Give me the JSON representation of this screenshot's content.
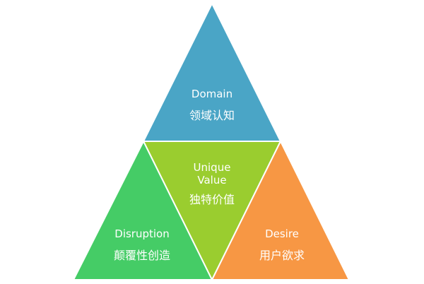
{
  "colors": {
    "top": "#4aa5c6",
    "center": "#9acd2f",
    "left": "#45cc66",
    "right": "#f79744",
    "outline": "#ffffff"
  },
  "segments": {
    "top": {
      "en": "Domain",
      "zh": "领域认知"
    },
    "center": {
      "en_line1": "Unique",
      "en_line2": "Value",
      "zh": "独特价值"
    },
    "left": {
      "en": "Disruption",
      "zh": "颠覆性创造"
    },
    "right": {
      "en": "Desire",
      "zh": "用户欲求"
    }
  }
}
